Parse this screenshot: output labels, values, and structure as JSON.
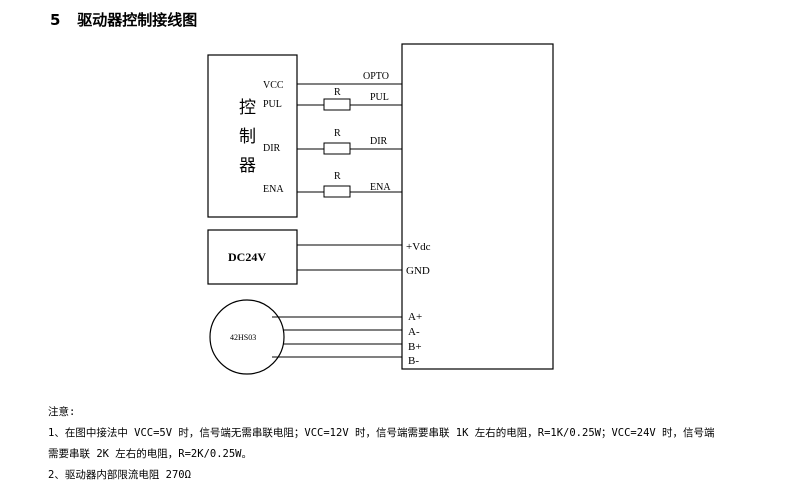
{
  "heading": {
    "number": "5",
    "title": "驱动器控制接线图"
  },
  "controller": {
    "label_chars": [
      "控",
      "制",
      "器"
    ],
    "pins": {
      "vcc": "VCC",
      "pul": "PUL",
      "dir": "DIR",
      "ena": "ENA"
    }
  },
  "resistor_label": "R",
  "driver": {
    "pins": {
      "opto": "OPTO",
      "pul": "PUL",
      "dir": "DIR",
      "ena": "ENA",
      "vdc": "+Vdc",
      "gnd": "GND",
      "a_plus": "A+",
      "a_minus": "A-",
      "b_plus": "B+",
      "b_minus": "B-"
    }
  },
  "power": {
    "label": "DC24V"
  },
  "motor": {
    "label": "42HS03"
  },
  "notes": {
    "title": "注意:",
    "line1": "1、在图中接法中 VCC=5V 时，信号端无需串联电阻；VCC=12V 时，信号端需要串联 1K 左右的电阻，R=1K/0.25W；VCC=24V 时，信号端",
    "line2": "需要串联 2K 左右的电阻，R=2K/0.25W。",
    "line3": "2、驱动器内部限流电阻 270Ω"
  }
}
